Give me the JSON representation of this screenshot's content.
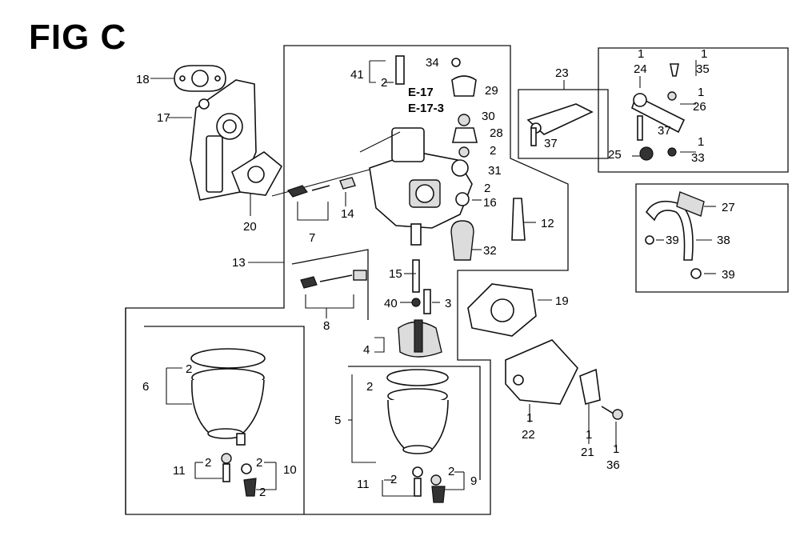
{
  "figure": {
    "title": "FIG C",
    "references": [
      "E-17",
      "E-17-3"
    ],
    "callouts": [
      {
        "id": "c2a",
        "text": "2"
      },
      {
        "id": "c41",
        "text": "41"
      },
      {
        "id": "c34",
        "text": "34"
      },
      {
        "id": "c29",
        "text": "29"
      },
      {
        "id": "c30",
        "text": "30"
      },
      {
        "id": "c28",
        "text": "28"
      },
      {
        "id": "c2b",
        "text": "2"
      },
      {
        "id": "c31",
        "text": "31"
      },
      {
        "id": "c18",
        "text": "18"
      },
      {
        "id": "c17",
        "text": "17"
      },
      {
        "id": "c20",
        "text": "20"
      },
      {
        "id": "c14",
        "text": "14"
      },
      {
        "id": "c7",
        "text": "7"
      },
      {
        "id": "c13",
        "text": "13"
      },
      {
        "id": "c2c",
        "text": "2"
      },
      {
        "id": "c16",
        "text": "16"
      },
      {
        "id": "c12",
        "text": "12"
      },
      {
        "id": "c32",
        "text": "32"
      },
      {
        "id": "c23",
        "text": "23"
      },
      {
        "id": "c37a",
        "text": "37"
      },
      {
        "id": "c1a",
        "text": "1"
      },
      {
        "id": "c24",
        "text": "24"
      },
      {
        "id": "c1b",
        "text": "1"
      },
      {
        "id": "c35",
        "text": "35"
      },
      {
        "id": "c1c",
        "text": "1"
      },
      {
        "id": "c26",
        "text": "26"
      },
      {
        "id": "c37b",
        "text": "37"
      },
      {
        "id": "c1d",
        "text": "1"
      },
      {
        "id": "c33",
        "text": "33"
      },
      {
        "id": "c25",
        "text": "25"
      },
      {
        "id": "c27",
        "text": "27"
      },
      {
        "id": "c39a",
        "text": "39"
      },
      {
        "id": "c38",
        "text": "38"
      },
      {
        "id": "c39b",
        "text": "39"
      },
      {
        "id": "c15",
        "text": "15"
      },
      {
        "id": "c40",
        "text": "40"
      },
      {
        "id": "c3",
        "text": "3"
      },
      {
        "id": "c8",
        "text": "8"
      },
      {
        "id": "c19",
        "text": "19"
      },
      {
        "id": "c4",
        "text": "4"
      },
      {
        "id": "c2d",
        "text": "2"
      },
      {
        "id": "c6",
        "text": "6"
      },
      {
        "id": "c2e",
        "text": "2"
      },
      {
        "id": "c11a",
        "text": "11"
      },
      {
        "id": "c2f",
        "text": "2"
      },
      {
        "id": "c2g",
        "text": "2"
      },
      {
        "id": "c10",
        "text": "10"
      },
      {
        "id": "c5",
        "text": "5"
      },
      {
        "id": "c2h",
        "text": "2"
      },
      {
        "id": "c11b",
        "text": "11"
      },
      {
        "id": "c2i",
        "text": "2"
      },
      {
        "id": "c2j",
        "text": "2"
      },
      {
        "id": "c9",
        "text": "9"
      },
      {
        "id": "c1e",
        "text": "1"
      },
      {
        "id": "c22",
        "text": "22"
      },
      {
        "id": "c1f",
        "text": "1"
      },
      {
        "id": "c21",
        "text": "21"
      },
      {
        "id": "c1g",
        "text": "1"
      },
      {
        "id": "c36",
        "text": "36"
      }
    ]
  }
}
